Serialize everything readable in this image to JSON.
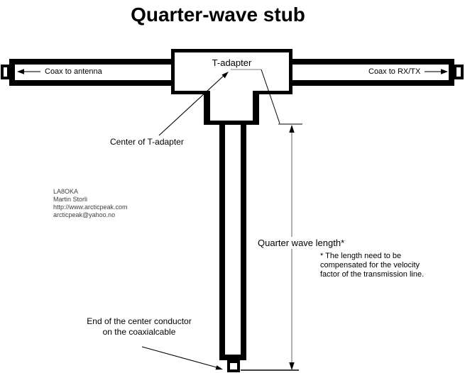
{
  "title": "Quarter-wave stub",
  "diagram": {
    "t_adapter_label": "T-adapter",
    "left_coax_label": "Coax to antenna",
    "right_coax_label": "Coax to RX/TX",
    "center_label": "Center of T-adapter",
    "quarter_wave_label": "Quarter wave length*",
    "footnote_lines": [
      "* The length need to be",
      "compensated for the velocity",
      "factor of the transmission line."
    ],
    "end_label_lines": [
      "End of the center conductor",
      "on the coaxialcable"
    ]
  },
  "author": {
    "callsign": "LA8OKA",
    "name": "Martin Storli",
    "website": "http://www.arcticpeak.com",
    "email": "arcticpeak@yahoo.no"
  },
  "colors": {
    "background": "#ffffff",
    "line": "#000000",
    "dimension_line": "#808080"
  }
}
